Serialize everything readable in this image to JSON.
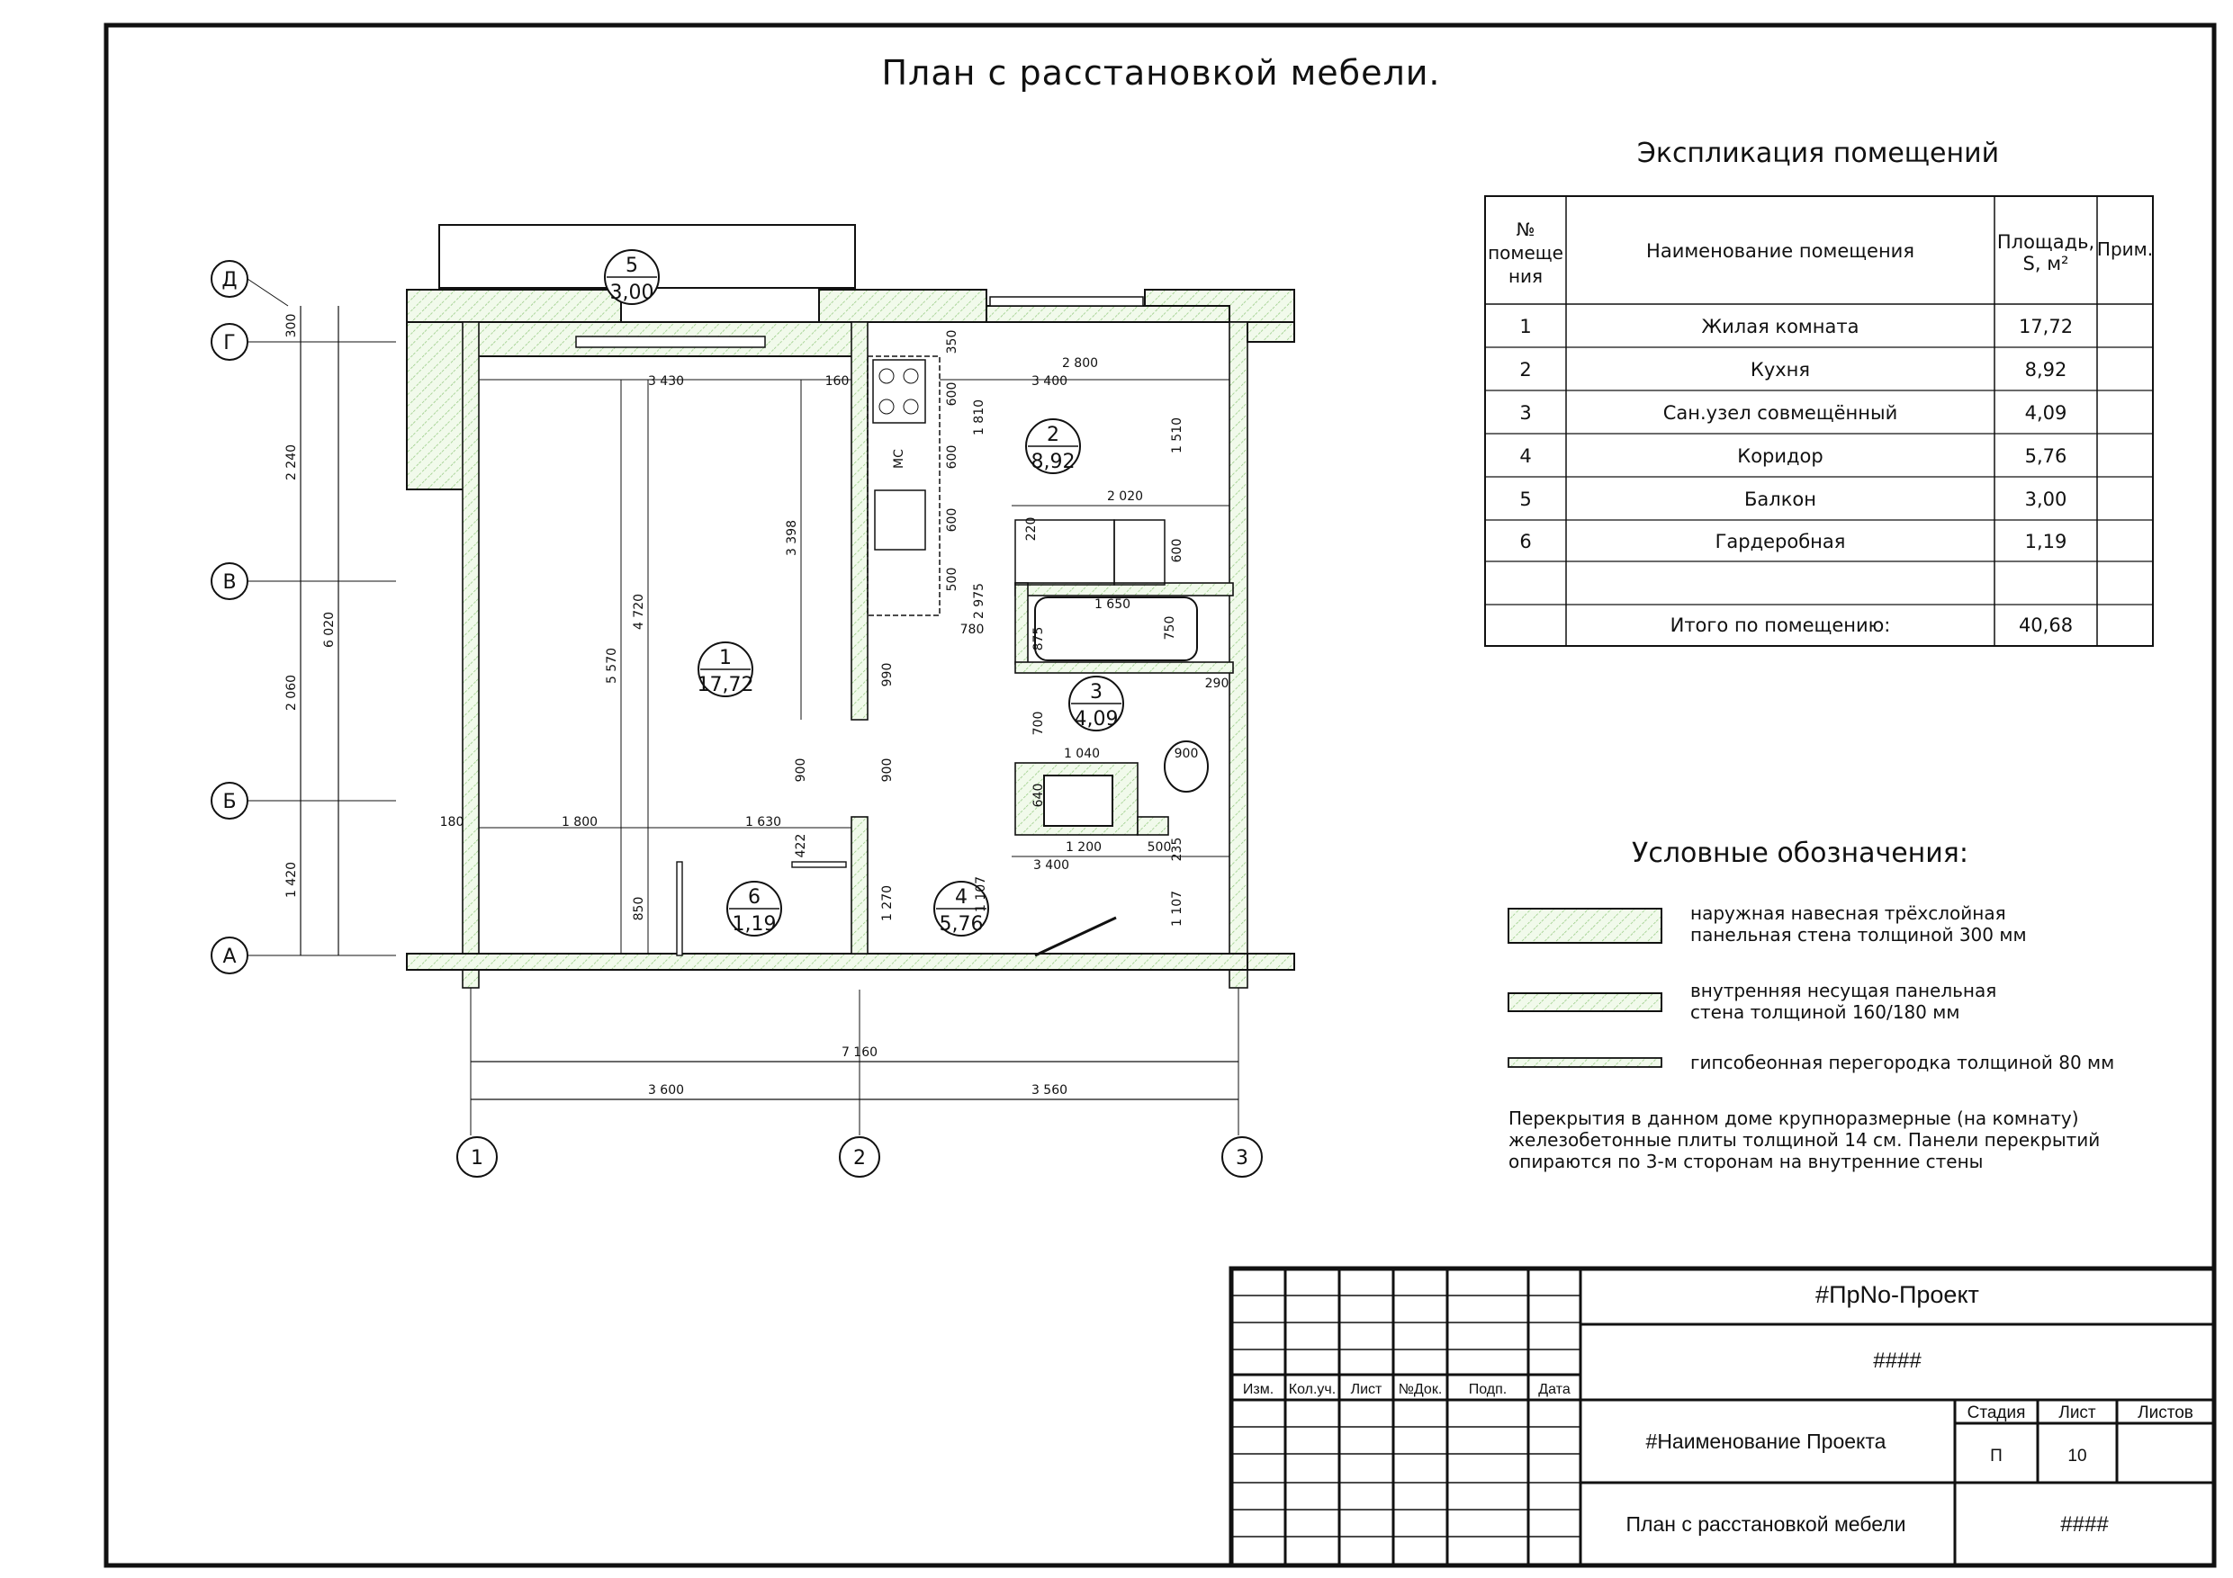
{
  "title": "План с расстановкой мебели.",
  "explication": {
    "heading": "Экспликация помещений",
    "col_num": [
      "№",
      "помеще",
      "ния"
    ],
    "col_name": "Наименование помещения",
    "col_area": [
      "Площадь,",
      "S, м²"
    ],
    "col_note": "Прим.",
    "rows": [
      {
        "num": "1",
        "name": "Жилая комната",
        "area": "17,72"
      },
      {
        "num": "2",
        "name": "Кухня",
        "area": "8,92"
      },
      {
        "num": "3",
        "name": "Сан.узел совмещённый",
        "area": "4,09"
      },
      {
        "num": "4",
        "name": "Коридор",
        "area": "5,76"
      },
      {
        "num": "5",
        "name": "Балкон",
        "area": "3,00"
      },
      {
        "num": "6",
        "name": "Гардеробная",
        "area": "1,19"
      }
    ],
    "total_label": "Итого по помещению:",
    "total_value": "40,68"
  },
  "legend": {
    "heading": "Условные обозначения:",
    "items": [
      [
        "наружная навесная трёхслойная",
        "панельная стена толщиной 300 мм"
      ],
      [
        "внутренняя несущая панельная",
        "стена толщиной 160/180 мм"
      ],
      [
        "гипсобеонная перегородка толщиной 80 мм"
      ]
    ],
    "note": [
      "Перекрытия в данном доме  крупноразмерные (на комнату)",
      "железобетонные плиты толщиной 14 см. Панели перекрытий",
      "опираются по 3-м сторонам на внутренние стены"
    ]
  },
  "rooms": [
    {
      "num": "1",
      "area": "17,72"
    },
    {
      "num": "2",
      "area": "8,92"
    },
    {
      "num": "3",
      "area": "4,09"
    },
    {
      "num": "4",
      "area": "5,76"
    },
    {
      "num": "5",
      "area": "3,00"
    },
    {
      "num": "6",
      "area": "1,19"
    }
  ],
  "axes_letters": [
    "Д",
    "Г",
    "В",
    "Б",
    "А"
  ],
  "axes_numbers": [
    "1",
    "2",
    "3"
  ],
  "dims": {
    "left_col": [
      "300",
      "2 240",
      "2 060",
      "1 420"
    ],
    "left_total": "6 020",
    "inner_h": [
      "5 570",
      "4 720",
      "850"
    ],
    "top": [
      "3 430",
      "160",
      "3 400",
      "2 800"
    ],
    "kitchen": [
      "350",
      "600",
      "600",
      "600",
      "500",
      "1 810",
      "2 975",
      "1 510",
      "3 398"
    ],
    "bath": [
      "2 020",
      "220",
      "600",
      "1 650",
      "875",
      "750",
      "780",
      "290",
      "700",
      "1 040",
      "900",
      "640"
    ],
    "door": [
      "990",
      "900",
      "900"
    ],
    "corr": [
      "180",
      "1 800",
      "1 630",
      "422",
      "3 400",
      "1 270",
      "1 107",
      "1 200",
      "500",
      "235",
      "1 107"
    ],
    "bottom_total": "7 160",
    "bottom": [
      "3 600",
      "3 560"
    ],
    "small_text": "МС"
  },
  "stamp": {
    "project_code": "#ПрNo-Проект",
    "hash1": "####",
    "headers": [
      "Изм.",
      "Кол.уч.",
      "Лист",
      "№Док.",
      "Подп.",
      "Дата"
    ],
    "project_name": "#Наименование Проекта",
    "stage_label": "Стадия",
    "sheet_label": "Лист",
    "sheets_label": "Листов",
    "stage": "П",
    "sheet": "10",
    "sheet_title": "План с расстановкой мебели",
    "hash2": "####"
  }
}
